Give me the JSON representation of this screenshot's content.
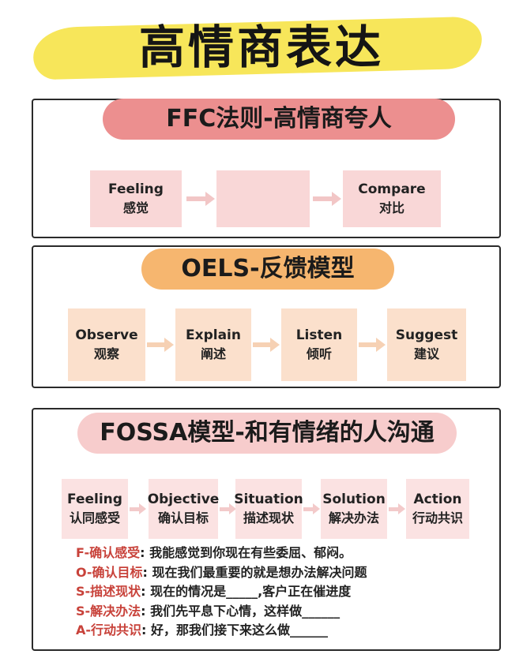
{
  "title": "高情商表达",
  "ffc": {
    "heading": "FFC法则-高情商夸人",
    "steps": [
      {
        "en": "Feeling",
        "zh": "感觉"
      },
      {
        "en": "",
        "zh": ""
      },
      {
        "en": "Compare",
        "zh": "对比"
      }
    ]
  },
  "oels": {
    "heading": "OELS-反馈模型",
    "steps": [
      {
        "en": "Observe",
        "zh": "观察"
      },
      {
        "en": "Explain",
        "zh": "阐述"
      },
      {
        "en": "Listen",
        "zh": "倾听"
      },
      {
        "en": "Suggest",
        "zh": "建议"
      }
    ]
  },
  "fossa": {
    "heading": "FOSSA模型-和有情绪的人沟通",
    "steps": [
      {
        "en": "Feeling",
        "zh": "认同感受"
      },
      {
        "en": "Objective",
        "zh": "确认目标"
      },
      {
        "en": "Situation",
        "zh": "描述现状"
      },
      {
        "en": "Solution",
        "zh": "解决办法"
      },
      {
        "en": "Action",
        "zh": "行动共识"
      }
    ],
    "examples": [
      {
        "label": "F-确认感受",
        "text": ": 我能感觉到你现在有些委屈、郁闷。"
      },
      {
        "label": "O-确认目标",
        "text": ": 现在我们最重要的就是想办法解决问题"
      },
      {
        "label": "S-描述现状",
        "text": ": 现在的情况是_____,客户正在催进度"
      },
      {
        "label": "S-解决办法",
        "text": ": 我们先平息下心情，这样做______"
      },
      {
        "label": "A-行动共识",
        "text": ": 好，那我们接下来这么做______"
      }
    ]
  }
}
